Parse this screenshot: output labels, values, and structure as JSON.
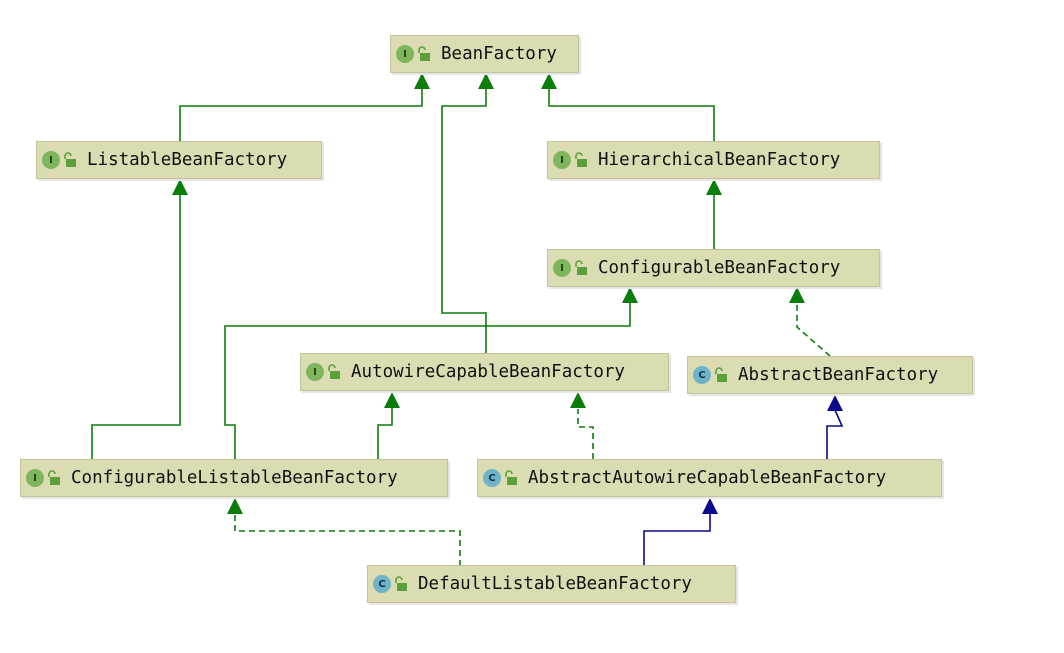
{
  "colors": {
    "extends_interface": "#0a7d0a",
    "extends_class": "#0a0a8a",
    "node_fill": "#dcdcb3",
    "interface_badge": "#7fb65d",
    "class_badge": "#6fb3c8",
    "lock_icon": "#5aa03c"
  },
  "nodes": {
    "bean_factory": {
      "kind": "I",
      "name": "BeanFactory"
    },
    "listable_bean_factory": {
      "kind": "I",
      "name": "ListableBeanFactory"
    },
    "hierarchical_bean_factory": {
      "kind": "I",
      "name": "HierarchicalBeanFactory"
    },
    "configurable_bean_factory": {
      "kind": "I",
      "name": "ConfigurableBeanFactory"
    },
    "autowire_capable_bean_factory": {
      "kind": "I",
      "name": "AutowireCapableBeanFactory"
    },
    "abstract_bean_factory": {
      "kind": "C",
      "name": "AbstractBeanFactory"
    },
    "configurable_listable_bean_factory": {
      "kind": "I",
      "name": "ConfigurableListableBeanFactory"
    },
    "abstract_autowire_capable_bean_factory": {
      "kind": "C",
      "name": "AbstractAutowireCapableBeanFactory"
    },
    "default_listable_bean_factory": {
      "kind": "C",
      "name": "DefaultListableBeanFactory"
    }
  },
  "edges": [
    {
      "from": "ListableBeanFactory",
      "to": "BeanFactory",
      "relation": "extends"
    },
    {
      "from": "AutowireCapableBeanFactory",
      "to": "BeanFactory",
      "relation": "extends"
    },
    {
      "from": "HierarchicalBeanFactory",
      "to": "BeanFactory",
      "relation": "extends"
    },
    {
      "from": "ConfigurableBeanFactory",
      "to": "HierarchicalBeanFactory",
      "relation": "extends"
    },
    {
      "from": "ConfigurableListableBeanFactory",
      "to": "ListableBeanFactory",
      "relation": "extends"
    },
    {
      "from": "ConfigurableListableBeanFactory",
      "to": "ConfigurableBeanFactory",
      "relation": "extends"
    },
    {
      "from": "ConfigurableListableBeanFactory",
      "to": "AutowireCapableBeanFactory",
      "relation": "extends"
    },
    {
      "from": "AbstractBeanFactory",
      "to": "ConfigurableBeanFactory",
      "relation": "implements"
    },
    {
      "from": "AbstractAutowireCapableBeanFactory",
      "to": "AutowireCapableBeanFactory",
      "relation": "implements"
    },
    {
      "from": "AbstractAutowireCapableBeanFactory",
      "to": "AbstractBeanFactory",
      "relation": "extends"
    },
    {
      "from": "DefaultListableBeanFactory",
      "to": "ConfigurableListableBeanFactory",
      "relation": "implements"
    },
    {
      "from": "DefaultListableBeanFactory",
      "to": "AbstractAutowireCapableBeanFactory",
      "relation": "extends"
    }
  ]
}
